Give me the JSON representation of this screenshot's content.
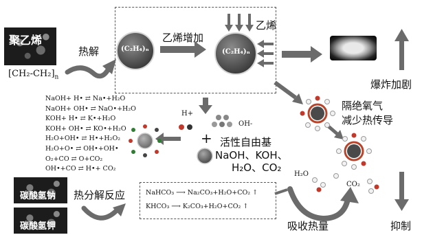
{
  "labels": {
    "polyethylene": "聚乙烯",
    "polymer_formula": "CH₂-CH₂",
    "polymer_subscript": "n",
    "pyrolysis": "热解",
    "ethylene_increase": "乙烯增加",
    "ethylene": "乙烯",
    "sphere_left": "(C₂H₄)ₙ",
    "sphere_right": "(C₂H₄)ₙ",
    "explosion_intensify": "爆炸加剧",
    "isolate_oxygen": "隔绝氧气",
    "reduce_heat": "减少热传导",
    "h_plus": "H+",
    "oh_minus": "OH-",
    "plus": "+",
    "active_radicals": "活性自由基",
    "radical_species_1": "NaOH、KOH、",
    "radical_species_2": "H₂O、CO₂",
    "sodium_bicarbonate": "碳酸氢钠",
    "potassium_bicarbonate": "碳酸氢钾",
    "thermal_decomposition": "热分解反应",
    "absorb_heat": "吸收热量",
    "h2o": "H₂O",
    "co2": "CO₂",
    "suppress": "抑制"
  },
  "equations": [
    "NaOH+ H• ⇄ Na•+H₂O",
    "NaOH+ OH• ⇄ NaO•+H₂O",
    "KOH+ H• ⇄ K•+H₂O",
    "KOH+ OH• ⇄ KO•+H₂O",
    "H₂O+OH• ⇄ H•+H₂O₂",
    "H₂O+O• ⇄ OH•+OH•",
    "O₂+CO ⇄ O+CO₂",
    "OH•+CO ⇄ H•+ CO₂"
  ],
  "decomposition_equations": [
    "NaHCO₃ ⟶ Na₂CO₃+H₂O+CO₂ ↑",
    "KHCO₃ ⟶ K₂CO₃+H₂O+CO₂ ↑"
  ],
  "colors": {
    "arrow": "#6b6b6b",
    "sphere": "#5a5a5a",
    "sphere_ring": "#d0d0d0",
    "ring_red": "#b6452c",
    "dot_red": "#c0392b",
    "dot_white": "#f2f2f2",
    "dot_green": "#2e7d32"
  }
}
